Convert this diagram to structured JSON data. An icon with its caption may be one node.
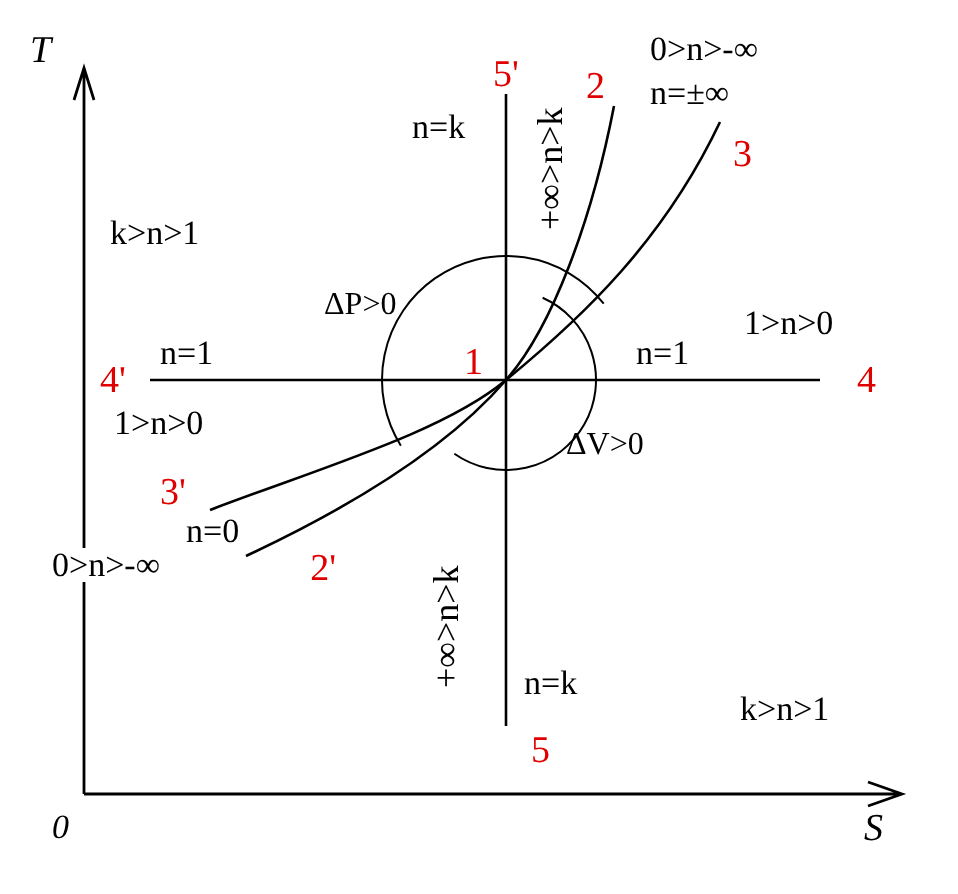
{
  "diagram": {
    "nodes": [
      {
        "text": [
          "5'"
        ]
      },
      {
        "text": [
          "2"
        ]
      },
      {
        "text": [
          "3"
        ]
      },
      {
        "text": [
          "4'"
        ]
      },
      {
        "text": [
          "4"
        ]
      },
      {
        "text": [
          "3'"
        ]
      },
      {
        "text": [
          "2'"
        ]
      },
      {
        "text": [
          "5"
        ]
      }
    ],
    "edges": [
      {
        "from": 6,
        "to": 1,
        "arrow": "none"
      },
      {
        "from": 5,
        "to": 2,
        "arrow": "none"
      },
      {
        "from": 3,
        "to": 4,
        "arrow": "none"
      },
      {
        "from": 0,
        "to": 7,
        "arrow": "none"
      }
    ],
    "labels": [
      "T",
      "+∞>n>k",
      "0>n>-∞",
      "n=±∞",
      "n=k",
      "k>n>1",
      "ΔP>0",
      "1>n>0",
      "n=1",
      "1",
      "n=1",
      "1>n>0",
      "ΔV>0",
      "n=0",
      "0>n>-∞",
      "+∞>n>k",
      "n=k",
      "k>n>1",
      "0",
      "S"
    ]
  }
}
